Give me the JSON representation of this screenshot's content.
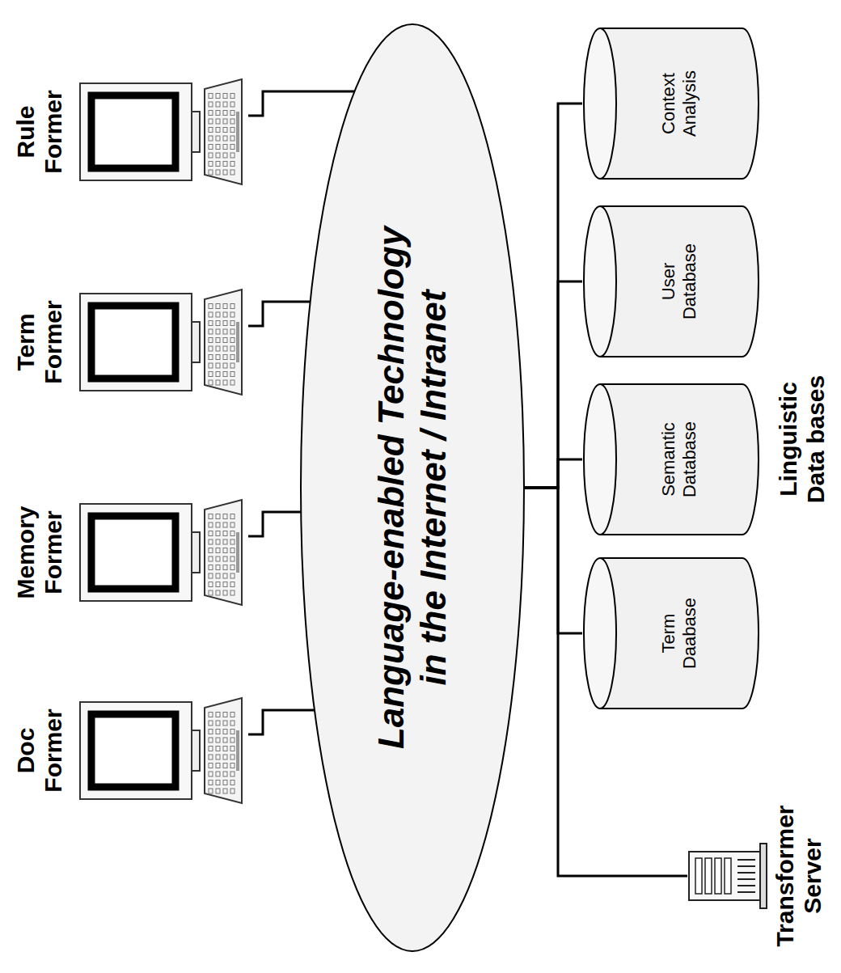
{
  "diagram": {
    "nodes": [
      {
        "text": [
          "Doc Former"
        ]
      },
      {
        "text": [
          "Memory Former"
        ]
      },
      {
        "text": [
          "Term Former"
        ]
      },
      {
        "text": [
          "Rule Former"
        ]
      },
      {
        "text": [
          "Language-enabled Technology in the Internet / Intranet"
        ]
      },
      {
        "text": [
          "Transformer Server"
        ]
      },
      {
        "text": [
          "Term Daabase"
        ]
      },
      {
        "text": [
          "Semantic Database"
        ]
      },
      {
        "text": [
          "User Database"
        ]
      },
      {
        "text": [
          "Context Analysis"
        ]
      }
    ],
    "edges": [
      {
        "from": 0,
        "to": 4,
        "arrow": "none"
      },
      {
        "from": 1,
        "to": 4,
        "arrow": "none"
      },
      {
        "from": 2,
        "to": 4,
        "arrow": "none"
      },
      {
        "from": 3,
        "to": 4,
        "arrow": "none"
      },
      {
        "from": 4,
        "to": 5,
        "arrow": "none"
      },
      {
        "from": 4,
        "to": 6,
        "arrow": "none"
      },
      {
        "from": 4,
        "to": 7,
        "arrow": "none"
      },
      {
        "from": 4,
        "to": 8,
        "arrow": "none"
      },
      {
        "from": 4,
        "to": 9,
        "arrow": "none"
      }
    ],
    "labels": [
      "Linguistic Data bases"
    ]
  }
}
